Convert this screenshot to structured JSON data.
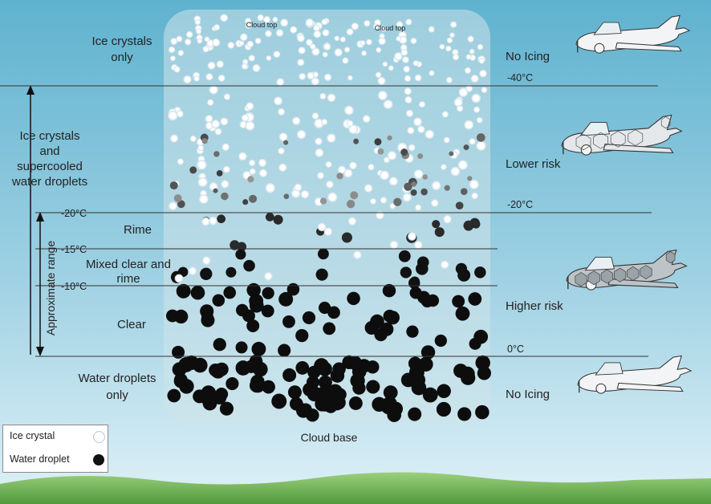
{
  "labels": {
    "cloud_top_1": "Cloud top",
    "cloud_top_2": "Cloud top",
    "cloud_base": "Cloud base",
    "ice_only_line1": "Ice crystals",
    "ice_only_line2": "only",
    "mixed_line1": "Ice crystals",
    "mixed_line2": "and",
    "mixed_line3": "supercooled",
    "mixed_line4": "water droplets",
    "rime": "Rime",
    "mixed_clear_line1": "Mixed clear and",
    "mixed_clear_line2": "rime",
    "clear": "Clear",
    "water_only_line1": "Water droplets",
    "water_only_line2": "only",
    "approx_range": "Approximate range"
  },
  "temperatures": {
    "t_minus40": "-40°C",
    "t_minus20_right": "-20°C",
    "t_minus20_left": "-20°C",
    "t_minus15": "-15°C",
    "t_minus10": "-10°C",
    "t_zero": "0°C"
  },
  "risk": {
    "top": "No Icing",
    "lower": "Lower risk",
    "higher": "Higher risk",
    "bottom": "No Icing"
  },
  "legend": {
    "ice_crystal": "Ice crystal",
    "water_droplet": "Water droplet"
  }
}
